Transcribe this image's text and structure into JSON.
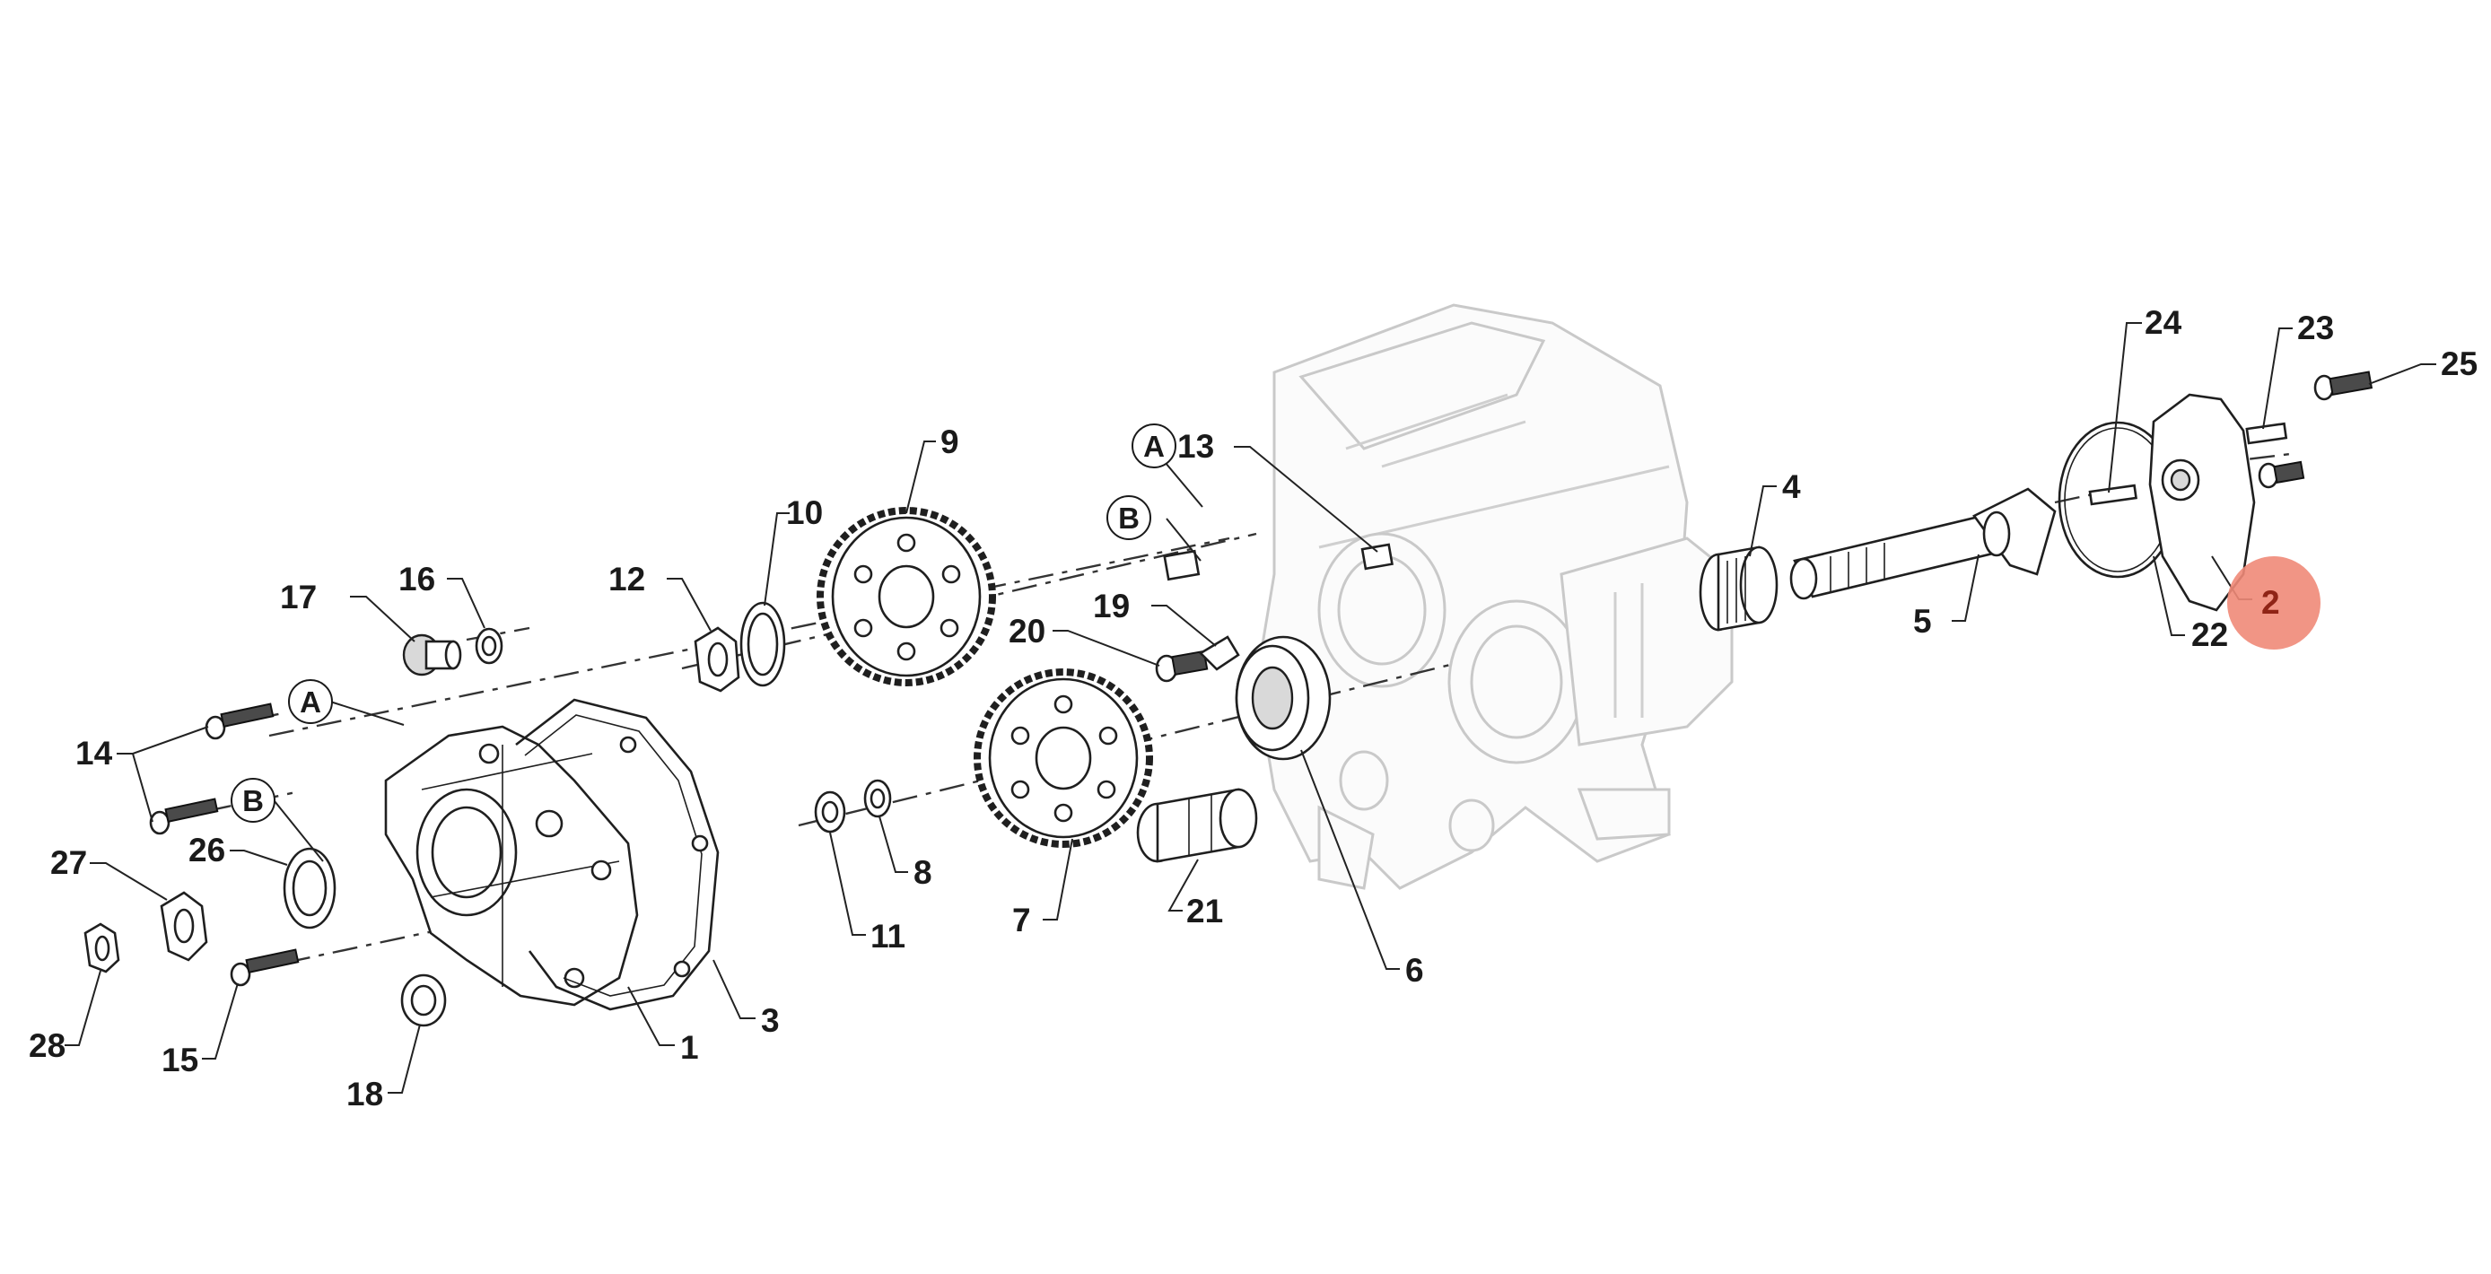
{
  "diagram": {
    "callouts": [
      {
        "id": "1",
        "text": "1"
      },
      {
        "id": "2",
        "text": "2",
        "highlighted": true
      },
      {
        "id": "3",
        "text": "3"
      },
      {
        "id": "4",
        "text": "4"
      },
      {
        "id": "5",
        "text": "5"
      },
      {
        "id": "6",
        "text": "6"
      },
      {
        "id": "7",
        "text": "7"
      },
      {
        "id": "8",
        "text": "8"
      },
      {
        "id": "9",
        "text": "9"
      },
      {
        "id": "10",
        "text": "10"
      },
      {
        "id": "11",
        "text": "11"
      },
      {
        "id": "12",
        "text": "12"
      },
      {
        "id": "13",
        "text": "13"
      },
      {
        "id": "14",
        "text": "14"
      },
      {
        "id": "15",
        "text": "15"
      },
      {
        "id": "16",
        "text": "16"
      },
      {
        "id": "17",
        "text": "17"
      },
      {
        "id": "18",
        "text": "18"
      },
      {
        "id": "19",
        "text": "19"
      },
      {
        "id": "20",
        "text": "20"
      },
      {
        "id": "21",
        "text": "21"
      },
      {
        "id": "22",
        "text": "22"
      },
      {
        "id": "23",
        "text": "23"
      },
      {
        "id": "24",
        "text": "24"
      },
      {
        "id": "25",
        "text": "25"
      },
      {
        "id": "26",
        "text": "26"
      },
      {
        "id": "27",
        "text": "27"
      },
      {
        "id": "28",
        "text": "28"
      }
    ],
    "markers": [
      {
        "id": "A1",
        "text": "A"
      },
      {
        "id": "A2",
        "text": "A"
      },
      {
        "id": "B1",
        "text": "B"
      },
      {
        "id": "B2",
        "text": "B"
      }
    ],
    "colors": {
      "highlight_fill": "#f08a78",
      "highlight_text": "#8f2416",
      "line": "#1f1f1f",
      "ghost": "#c9c9c9"
    }
  }
}
